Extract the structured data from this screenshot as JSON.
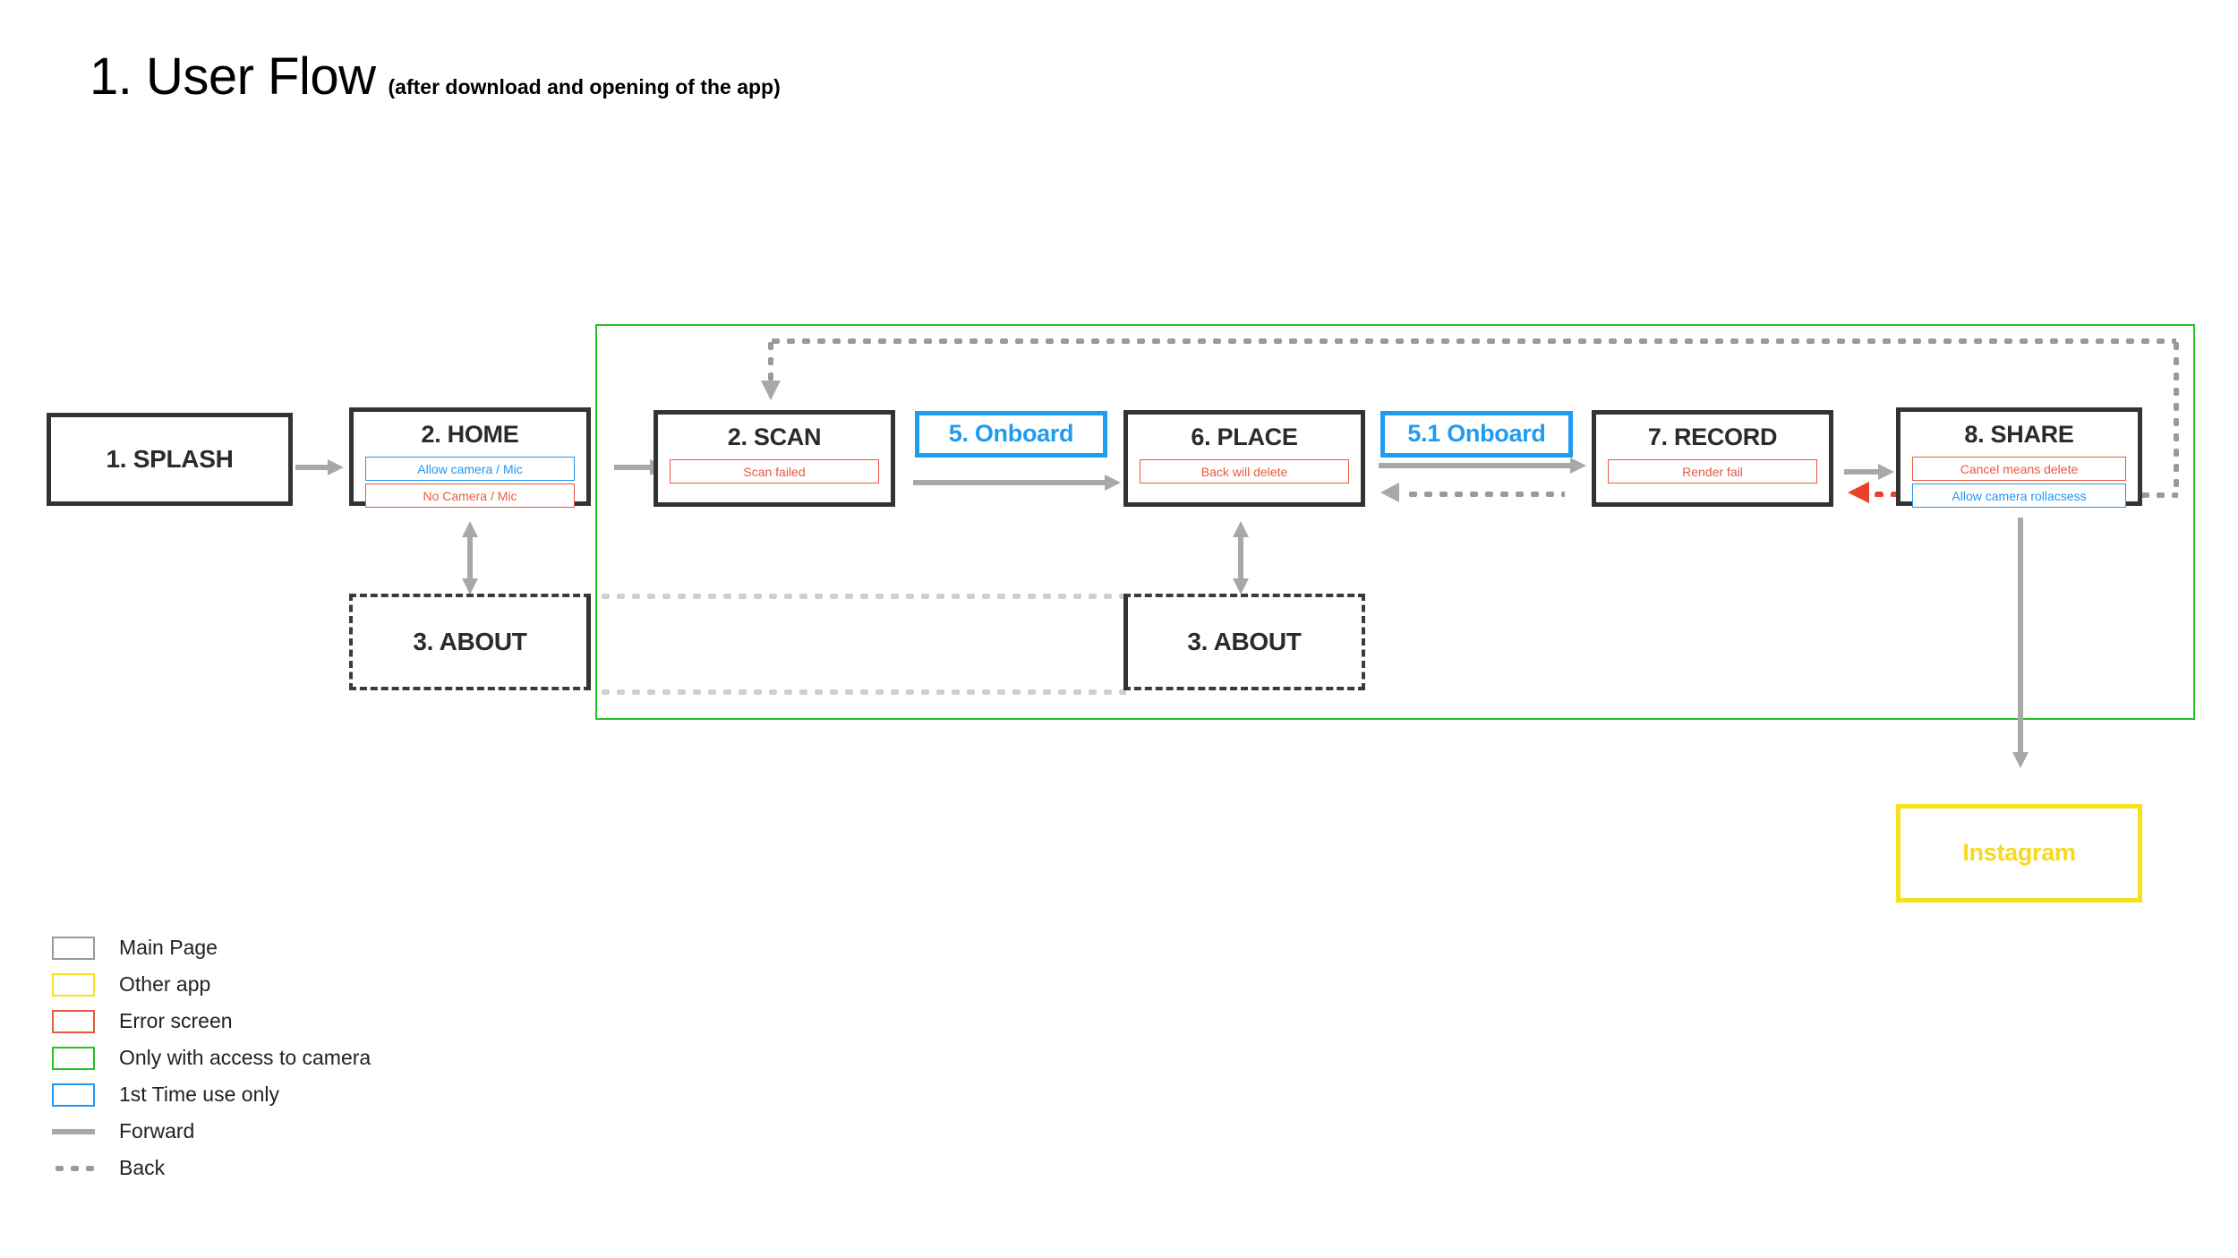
{
  "header": {
    "title": "1. User Flow",
    "subtitle": "(after download and opening of the app)"
  },
  "colors": {
    "main_page": "#9a9a9a",
    "other_app": "#f7e11e",
    "error_screen": "#e8593f",
    "camera_access": "#22c522",
    "first_time": "#2196f3",
    "forward_arrow": "#a8a8a8",
    "back_arrow": "#9a9a9a",
    "back_arrow_red": "#e8402a",
    "node_border": "#333333"
  },
  "nodes": {
    "splash": {
      "title": "1. SPLASH",
      "type": "main-page"
    },
    "home": {
      "title": "2. HOME",
      "type": "main-page",
      "pills": [
        {
          "label": "Allow camera / Mic",
          "variant": "first-time"
        },
        {
          "label": "No Camera / Mic",
          "variant": "error"
        }
      ]
    },
    "scan": {
      "title": "2. SCAN",
      "type": "main-page",
      "pills": [
        {
          "label": "Scan failed",
          "variant": "error"
        }
      ]
    },
    "onboard5": {
      "title": "5. Onboard",
      "type": "first-time"
    },
    "place": {
      "title": "6. PLACE",
      "type": "main-page",
      "pills": [
        {
          "label": "Back will delete",
          "variant": "error"
        }
      ]
    },
    "onboard51": {
      "title": "5.1 Onboard",
      "type": "first-time"
    },
    "record": {
      "title": "7. RECORD",
      "type": "main-page",
      "pills": [
        {
          "label": "Render fail",
          "variant": "error"
        }
      ]
    },
    "share": {
      "title": "8. SHARE",
      "type": "main-page",
      "pills": [
        {
          "label": "Cancel means delete",
          "variant": "error"
        },
        {
          "label": "Allow camera rollacsess",
          "variant": "first-time"
        }
      ]
    },
    "about_left": {
      "title": "3. ABOUT",
      "type": "main-page-dashed"
    },
    "about_right": {
      "title": "3. ABOUT",
      "type": "main-page-dashed"
    },
    "instagram": {
      "title": "Instagram",
      "type": "other-app"
    }
  },
  "legend": {
    "items": [
      {
        "label": "Main Page",
        "marker": "swatch",
        "color": "#9a9a9a"
      },
      {
        "label": "Other app",
        "marker": "swatch",
        "color": "#f7e11e"
      },
      {
        "label": "Error screen",
        "marker": "swatch",
        "color": "#e8593f"
      },
      {
        "label": "Only with access to camera",
        "marker": "swatch",
        "color": "#22c522"
      },
      {
        "label": "1st Time use only",
        "marker": "swatch",
        "color": "#2196f3"
      },
      {
        "label": "Forward",
        "marker": "line",
        "color": "#a8a8a8"
      },
      {
        "label": "Back",
        "marker": "dots",
        "color": "#9a9a9a"
      }
    ]
  }
}
